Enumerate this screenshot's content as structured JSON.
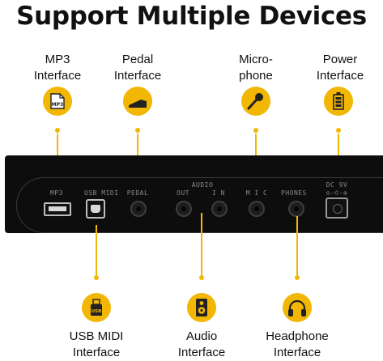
{
  "title": "Support Multiple Devices",
  "top_labels": {
    "mp3": [
      "MP3",
      "Interface"
    ],
    "pedal": [
      "Pedal",
      "Interface"
    ],
    "mic": [
      "Micro-",
      "phone"
    ],
    "power": [
      "Power",
      "Interface"
    ]
  },
  "bottom_labels": {
    "usb": [
      "USB MIDI",
      "Interface"
    ],
    "audio": [
      "Audio",
      "Interface"
    ],
    "headphone": [
      "Headphone",
      "Interface"
    ]
  },
  "panel_labels": {
    "mp3": "MP3",
    "usb_midi": "USB MIDI",
    "pedal": "PEDAL",
    "audio": "AUDIO",
    "out": "OUT",
    "in": "I N",
    "mic": "M I C",
    "phones": "PHONES",
    "dc": "DC 9V"
  },
  "icon_text": {
    "mp3": "MP3",
    "usb": "USB"
  },
  "colors": {
    "accent": "#f2b705",
    "panel": "#0d0d0d"
  }
}
